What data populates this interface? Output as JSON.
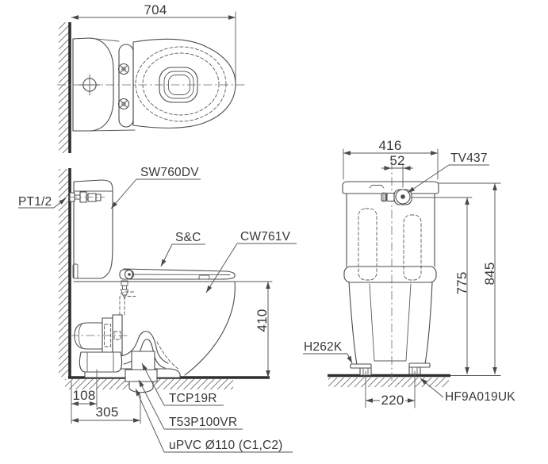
{
  "drawing": {
    "product_labels": {
      "cistern": "SW760DV",
      "water_supply": "PT1/2",
      "seat_and_cover": "S&C",
      "bowl": "CW761V",
      "inlet_valve": "TV437",
      "bolt_cap": "H262K",
      "outlet_socket": "TCP19R",
      "flush_valve": "T53P100VR",
      "drain_pipe": "uPVC Ø110 (C1,C2)",
      "floor_fixing": "HF9A019UK"
    },
    "dimensions_mm": {
      "overall_depth": "704",
      "tank_width": "416",
      "inlet_valve_offset": "52",
      "rim_height": "410",
      "inlet_height": "775",
      "overall_height": "845",
      "outlet_from_wall": "108",
      "drain_center_from_wall": "305",
      "bolt_spacing": "220"
    },
    "colors": {
      "background": "#ffffff",
      "line": "#4b4b4b",
      "heavy_line": "#2e2e2e",
      "dimension_line": "#5a5a5a",
      "text": "#383838"
    }
  }
}
